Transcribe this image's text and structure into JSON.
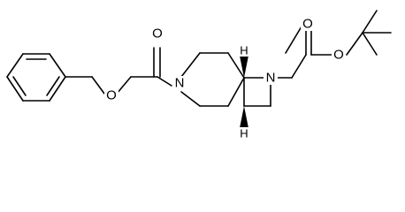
{
  "labels": {
    "o_ester_left": "O",
    "o_carbonyl_left": "O",
    "n_ring": "N",
    "n_aziridine": "N",
    "o_carbonyl_right": "O",
    "o_ester_right": "O",
    "h_top": "H",
    "h_bottom": "H"
  },
  "colors": {
    "bond": "#000000",
    "background": "#ffffff"
  }
}
